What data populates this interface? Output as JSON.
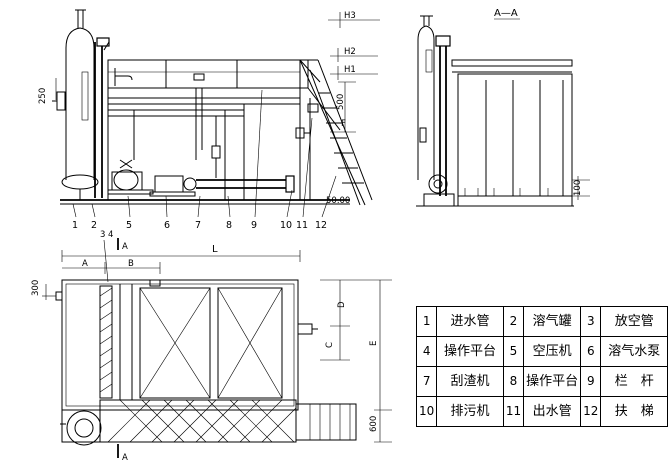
{
  "views": {
    "section_label": "A—A",
    "section_mark": "A"
  },
  "elevation_dims": [
    "H3",
    "H2",
    "H1",
    "250",
    "500",
    "F",
    "100"
  ],
  "plan_dims": [
    "L",
    "A",
    "B",
    "300",
    "D",
    "C",
    "E",
    "600",
    "3",
    "4"
  ],
  "ground_level": "50.00",
  "callout_numbers": [
    "1",
    "2",
    "3",
    "4",
    "5",
    "6",
    "7",
    "8",
    "9",
    "10",
    "11",
    "12"
  ],
  "legend": [
    {
      "no": "1",
      "name": "进水管"
    },
    {
      "no": "2",
      "name": "溶气罐"
    },
    {
      "no": "3",
      "name": "放空管"
    },
    {
      "no": "4",
      "name": "操作平台"
    },
    {
      "no": "5",
      "name": "空压机"
    },
    {
      "no": "6",
      "name": "溶气水泵"
    },
    {
      "no": "7",
      "name": "刮渣机"
    },
    {
      "no": "8",
      "name": "操作平台"
    },
    {
      "no": "9",
      "name": "栏　杆"
    },
    {
      "no": "10",
      "name": "排污机"
    },
    {
      "no": "11",
      "name": "出水管"
    },
    {
      "no": "12",
      "name": "扶　梯"
    }
  ]
}
